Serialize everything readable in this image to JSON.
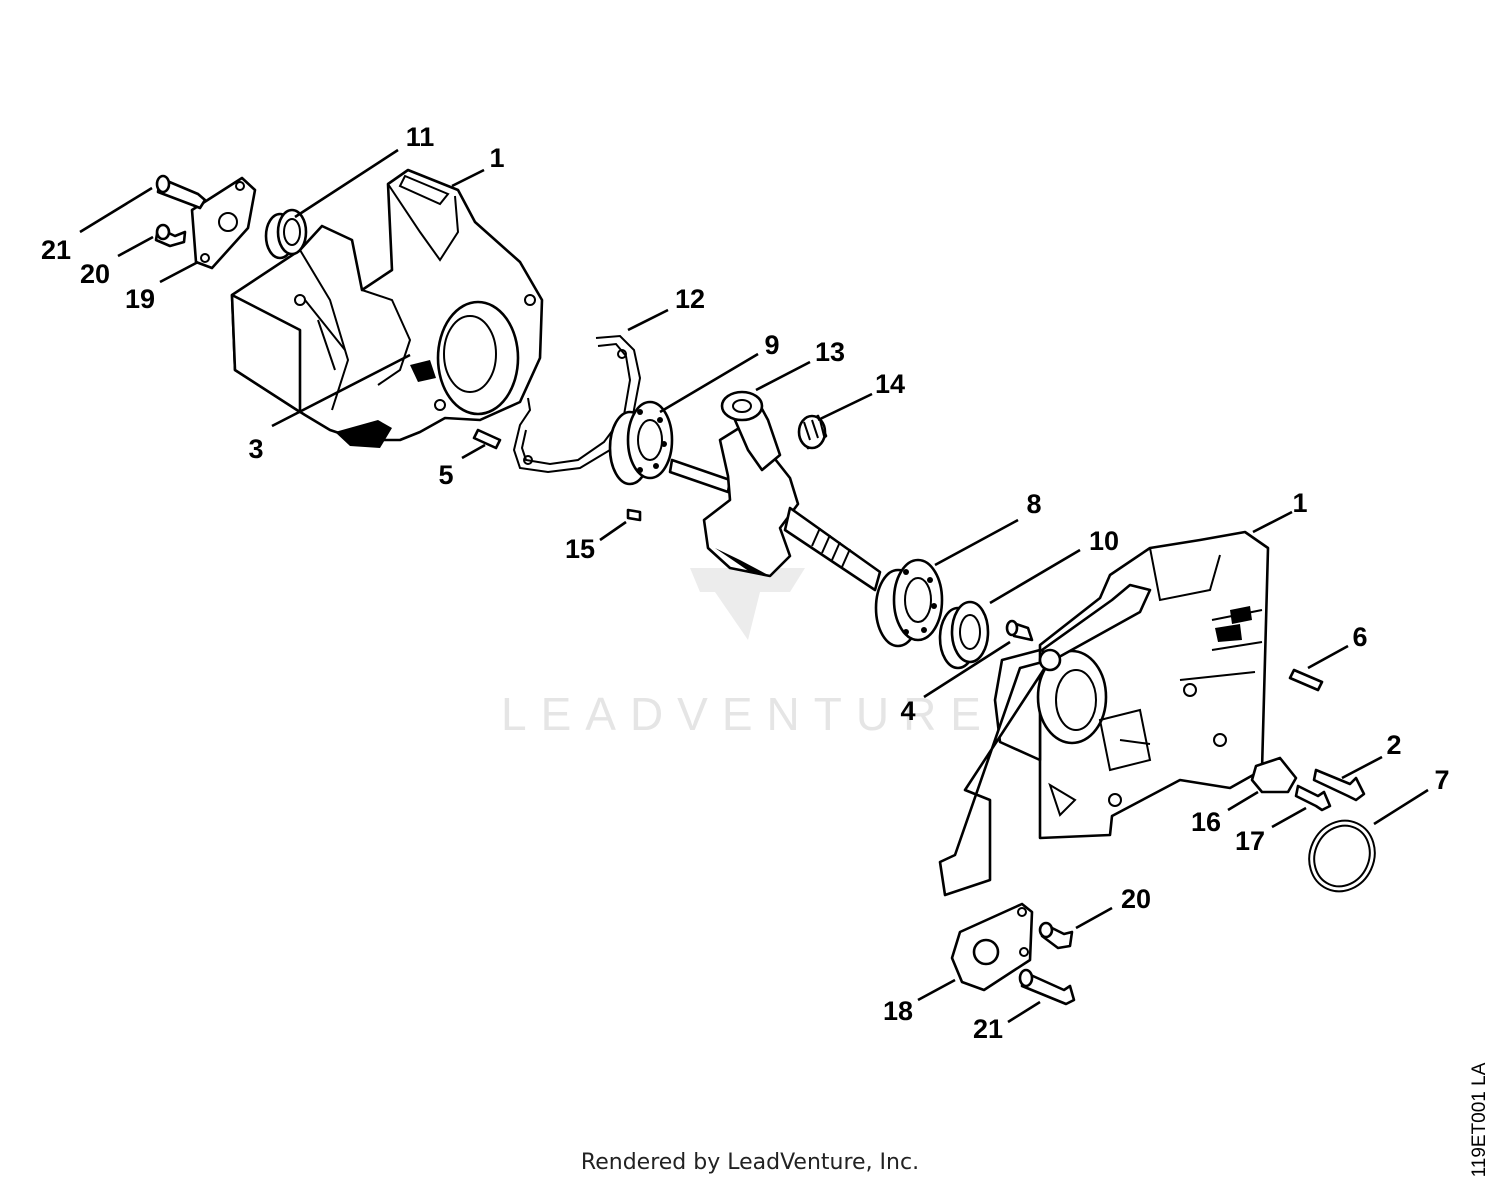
{
  "diagram": {
    "watermark_text": "LEADVENTURE",
    "footer_credit": "Rendered by LeadVenture, Inc.",
    "reference_code": "119ET001 LA",
    "callouts": [
      {
        "id": "c1a",
        "label": "1"
      },
      {
        "id": "c1b",
        "label": "1"
      },
      {
        "id": "c2",
        "label": "2"
      },
      {
        "id": "c3",
        "label": "3"
      },
      {
        "id": "c4",
        "label": "4"
      },
      {
        "id": "c5",
        "label": "5"
      },
      {
        "id": "c6",
        "label": "6"
      },
      {
        "id": "c7",
        "label": "7"
      },
      {
        "id": "c8",
        "label": "8"
      },
      {
        "id": "c9",
        "label": "9"
      },
      {
        "id": "c10",
        "label": "10"
      },
      {
        "id": "c11",
        "label": "11"
      },
      {
        "id": "c12",
        "label": "12"
      },
      {
        "id": "c13",
        "label": "13"
      },
      {
        "id": "c14",
        "label": "14"
      },
      {
        "id": "c15",
        "label": "15"
      },
      {
        "id": "c16",
        "label": "16"
      },
      {
        "id": "c17",
        "label": "17"
      },
      {
        "id": "c18",
        "label": "18"
      },
      {
        "id": "c19",
        "label": "19"
      },
      {
        "id": "c20a",
        "label": "20"
      },
      {
        "id": "c20b",
        "label": "20"
      },
      {
        "id": "c21a",
        "label": "21"
      },
      {
        "id": "c21b",
        "label": "21"
      }
    ]
  }
}
